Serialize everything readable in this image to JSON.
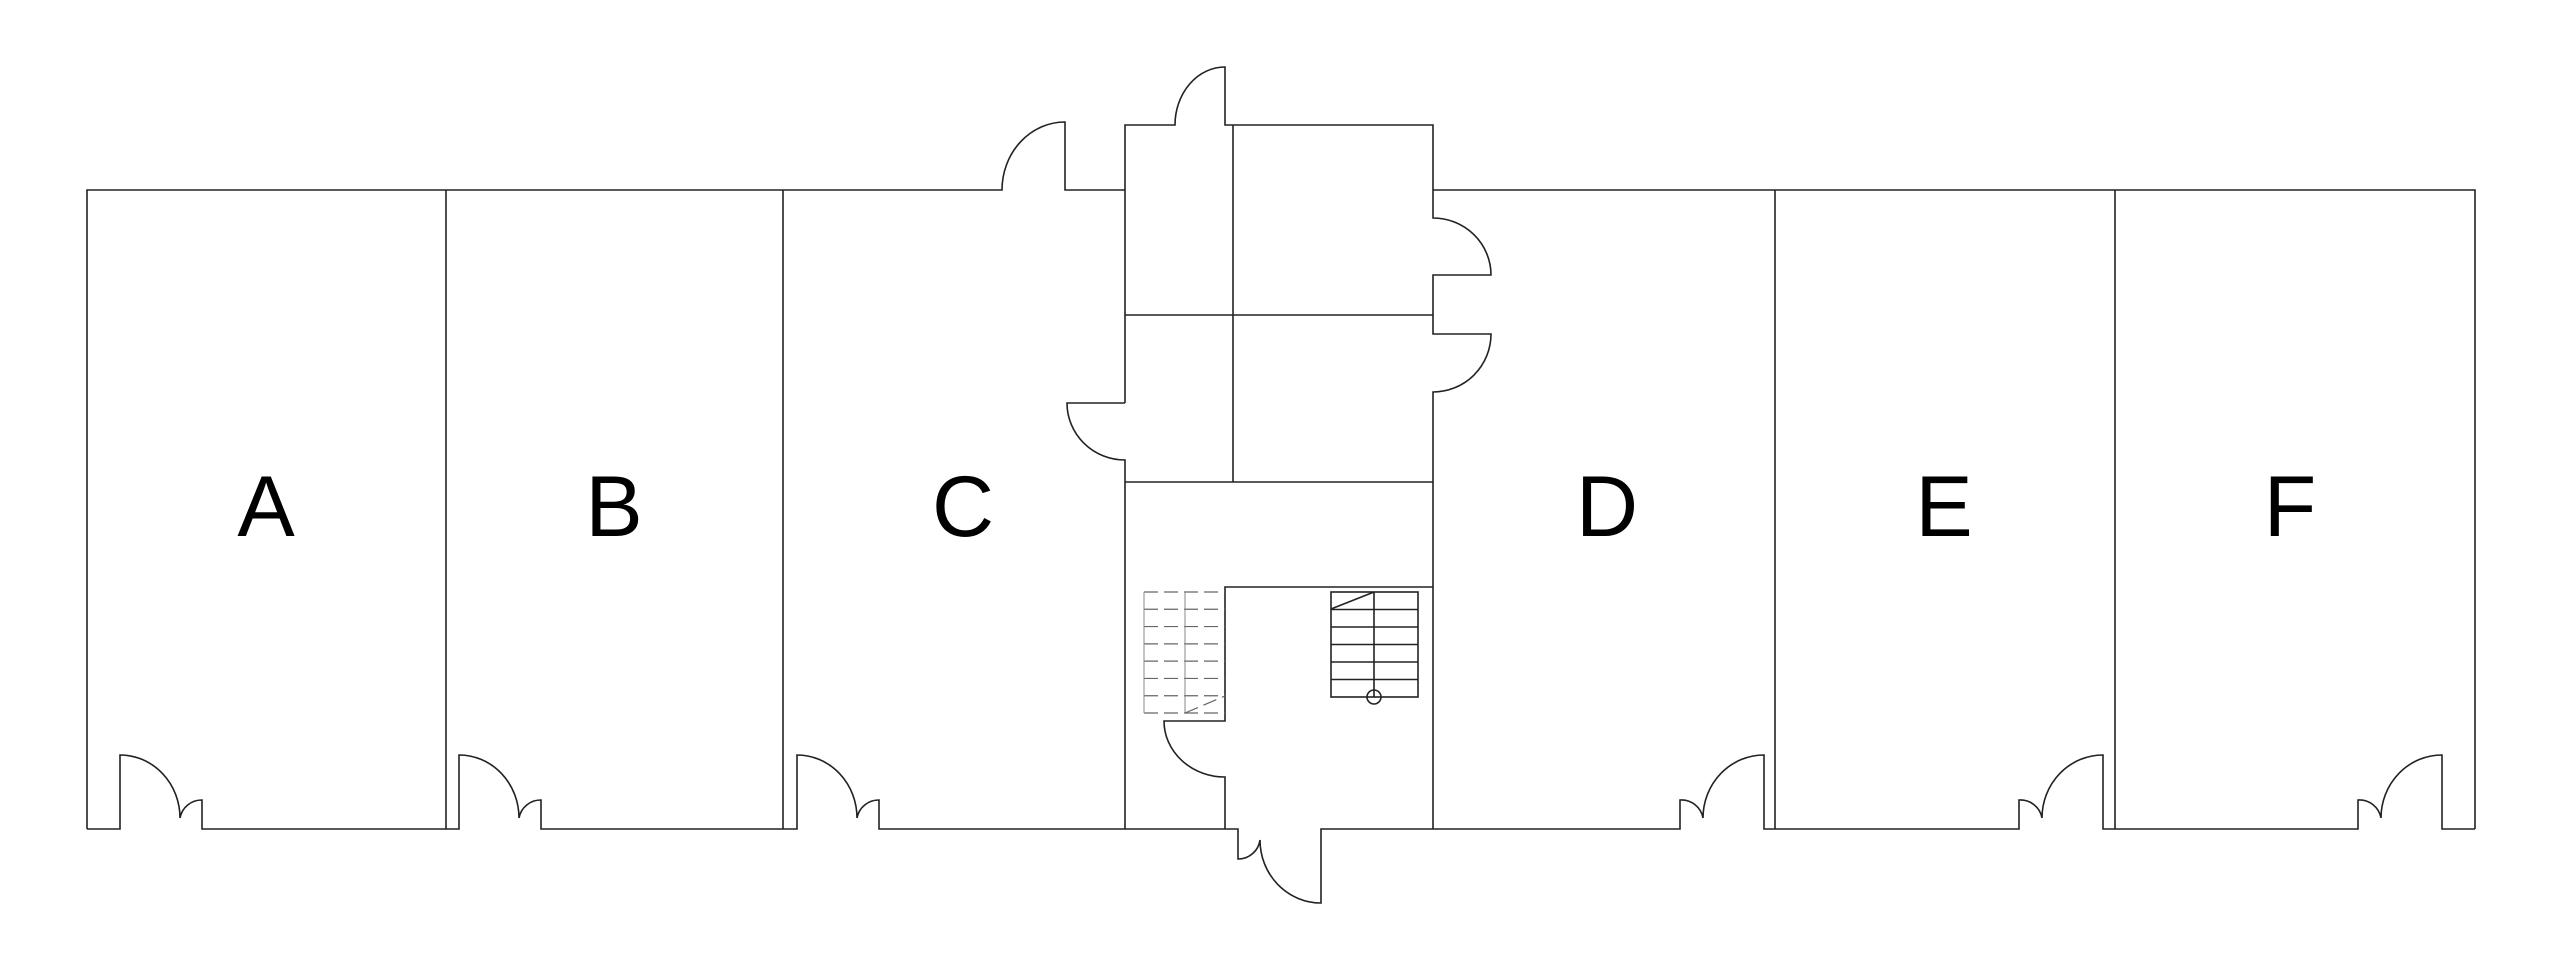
{
  "plan": {
    "rooms": [
      {
        "label": "A"
      },
      {
        "label": "B"
      },
      {
        "label": "C"
      },
      {
        "label": "D"
      },
      {
        "label": "E"
      },
      {
        "label": "F"
      }
    ]
  },
  "colors": {
    "line": "#222222",
    "background": "#ffffff"
  }
}
